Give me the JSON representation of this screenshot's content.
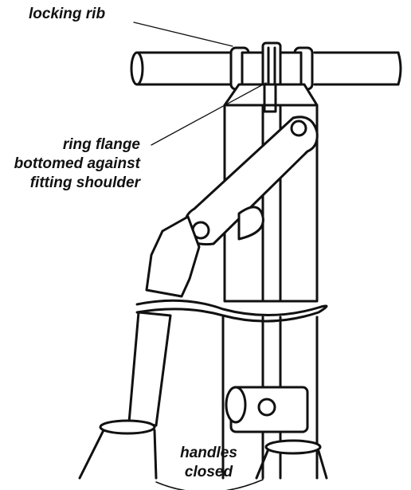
{
  "labels": {
    "locking_rib": "locking rib",
    "ring_flange": [
      "ring flange",
      "bottomed against",
      "fitting shoulder"
    ],
    "handles": [
      "handles",
      "closed"
    ]
  },
  "colors": {
    "ink": "#111111",
    "paper": "#ffffff"
  }
}
